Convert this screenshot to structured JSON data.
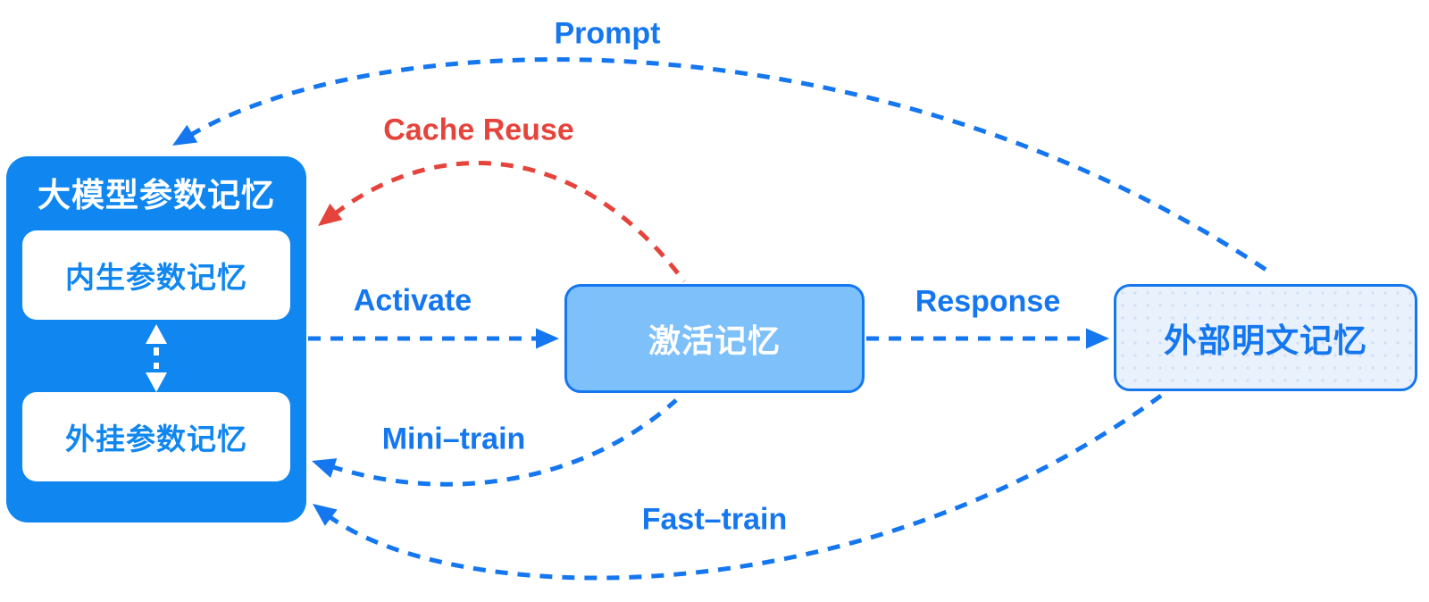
{
  "diagram": {
    "nodes": {
      "model_memory": {
        "title": "大模型参数记忆",
        "children": [
          {
            "label": "内生参数记忆"
          },
          {
            "label": "外挂参数记忆"
          }
        ]
      },
      "activated_memory": {
        "label": "激活记忆"
      },
      "external_memory": {
        "label": "外部明文记忆"
      }
    },
    "edges": {
      "prompt": {
        "label": "Prompt",
        "from": "external_memory",
        "to": "model_memory",
        "style": "dashed",
        "color": "#1577f0"
      },
      "cache_reuse": {
        "label": "Cache Reuse",
        "from": "activated_memory",
        "to": "model_memory",
        "style": "dashed",
        "color": "#e5443c"
      },
      "activate": {
        "label": "Activate",
        "from": "model_memory",
        "to": "activated_memory",
        "style": "dashed",
        "color": "#1577f0"
      },
      "response": {
        "label": "Response",
        "from": "activated_memory",
        "to": "external_memory",
        "style": "dashed",
        "color": "#1577f0"
      },
      "mini_train": {
        "label": "Mini–train",
        "from": "activated_memory",
        "to": "model_memory",
        "style": "dashed",
        "color": "#1577f0"
      },
      "fast_train": {
        "label": "Fast–train",
        "from": "external_memory",
        "to": "model_memory",
        "style": "dashed",
        "color": "#1577f0"
      }
    },
    "colors": {
      "primary_blue": "#1577f0",
      "panel_fill_blue": "#0f86f0",
      "activated_fill": "#7ec0fa",
      "external_fill": "#e9f1fc",
      "alert_red": "#e5443c",
      "white": "#ffffff"
    }
  }
}
